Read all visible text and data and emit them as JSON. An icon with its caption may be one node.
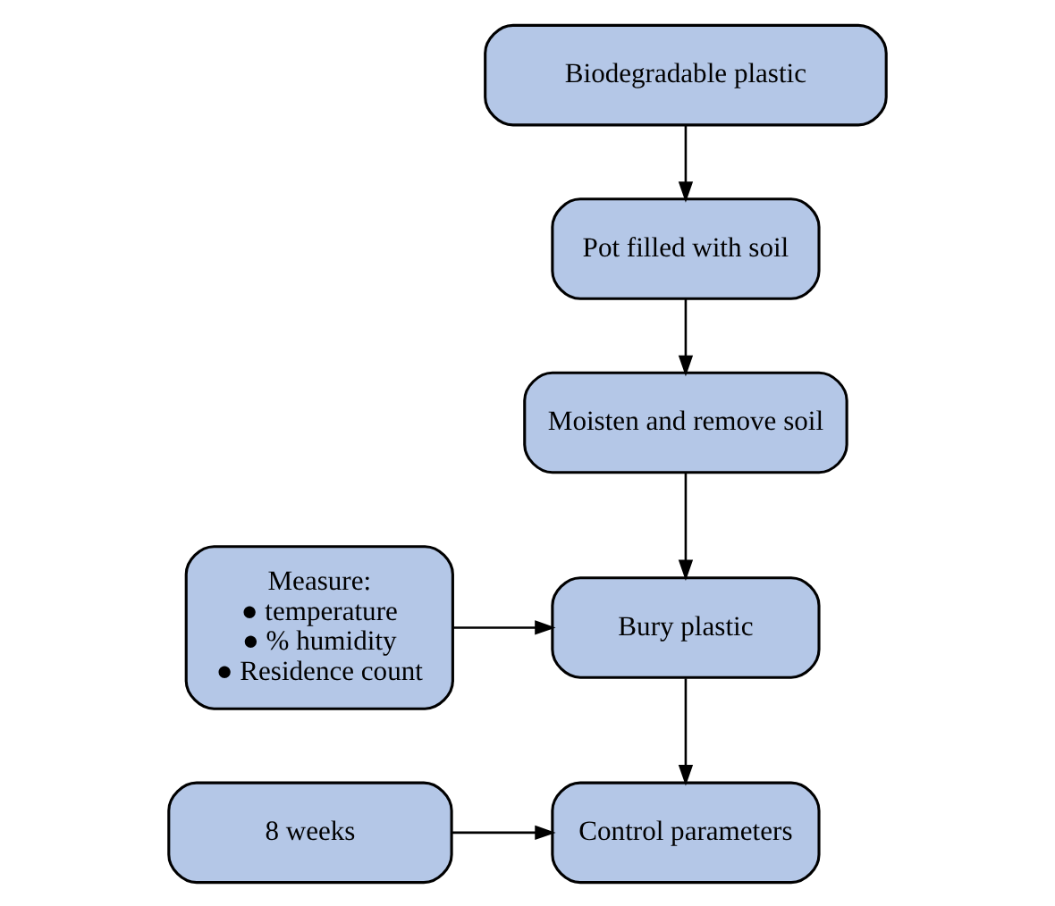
{
  "diagram": {
    "nodes": [
      {
        "text": [
          "Biodegradable plastic"
        ]
      },
      {
        "text": [
          "Pot filled with soil"
        ]
      },
      {
        "text": [
          "Moisten and remove soil"
        ]
      },
      {
        "text": [
          "Bury plastic"
        ]
      },
      {
        "text": [
          "Control parameters"
        ]
      },
      {
        "text": [
          "Measure:",
          "● temperature",
          "● % humidity",
          "● Residence count"
        ]
      },
      {
        "text": [
          "8 weeks"
        ]
      }
    ],
    "edges": [
      {
        "from": 0,
        "to": 1,
        "arrow": "to"
      },
      {
        "from": 1,
        "to": 2,
        "arrow": "to"
      },
      {
        "from": 2,
        "to": 3,
        "arrow": "to"
      },
      {
        "from": 5,
        "to": 3,
        "arrow": "to"
      },
      {
        "from": 3,
        "to": 4,
        "arrow": "to"
      },
      {
        "from": 6,
        "to": 4,
        "arrow": "to"
      }
    ]
  }
}
